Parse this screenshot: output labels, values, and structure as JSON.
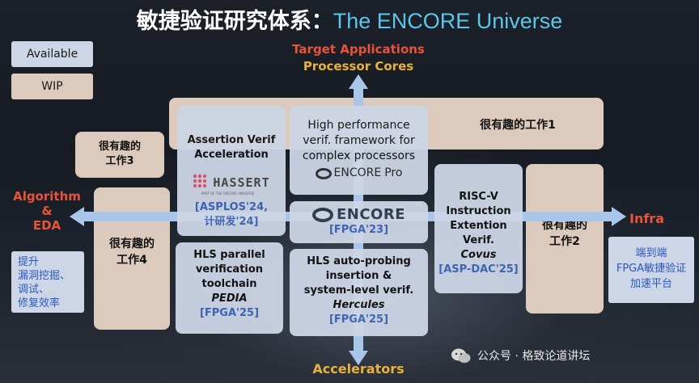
{
  "title": {
    "zh": "敏捷验证研究体系：",
    "en": "The ENCORE Universe"
  },
  "legend": {
    "available": "Available",
    "wip": "WIP"
  },
  "axes": {
    "top_line1": "Target Applications",
    "top_line2": "Processor Cores",
    "bottom": "Accelerators",
    "left_line1": "Algorithm",
    "left_line2": "&",
    "left_line3": "EDA",
    "right": "Infra"
  },
  "left_note": [
    "提升",
    "漏洞挖掘、",
    "调试、",
    "修复效率"
  ],
  "right_note": [
    "端到端",
    "FPGA敏捷验证",
    "加速平台"
  ],
  "boxes": {
    "work1": "很有趣的工作1",
    "work2": [
      "很有趣的",
      "工作2"
    ],
    "work3": [
      "很有趣的",
      "工作3"
    ],
    "work4": [
      "很有趣的",
      "工作4"
    ],
    "assertion": {
      "lines": [
        "Assertion Verif",
        "Acceleration"
      ],
      "logo": "HASSERT",
      "logo_sub": "PART OF THE ENCORE UNIVERSE",
      "cite": [
        "[ASPLOS'24,",
        "计研发'24]"
      ]
    },
    "encore_pro": {
      "lines": [
        "High performance",
        "verif. framework for",
        "complex processors"
      ],
      "logo": "ENCORE",
      "logo_suffix": "Pro"
    },
    "encore": {
      "logo": "ENCORE",
      "cite": "[FPGA'23]"
    },
    "pedia": {
      "lines": [
        "HLS parallel",
        "verification",
        "toolchain"
      ],
      "name": "PEDIA",
      "cite": "[FPGA'25]"
    },
    "hercules": {
      "lines": [
        "HLS auto-probing",
        "insertion &",
        "system-level verif."
      ],
      "name": "Hercules",
      "cite": "[FPGA'25]"
    },
    "covus": {
      "lines": [
        "RISC-V",
        "Instruction",
        "Extention",
        "Verif."
      ],
      "name": "Covus",
      "cite": "[ASP-DAC'25]"
    }
  },
  "watermark": "公众号 · 格致论道讲坛"
}
